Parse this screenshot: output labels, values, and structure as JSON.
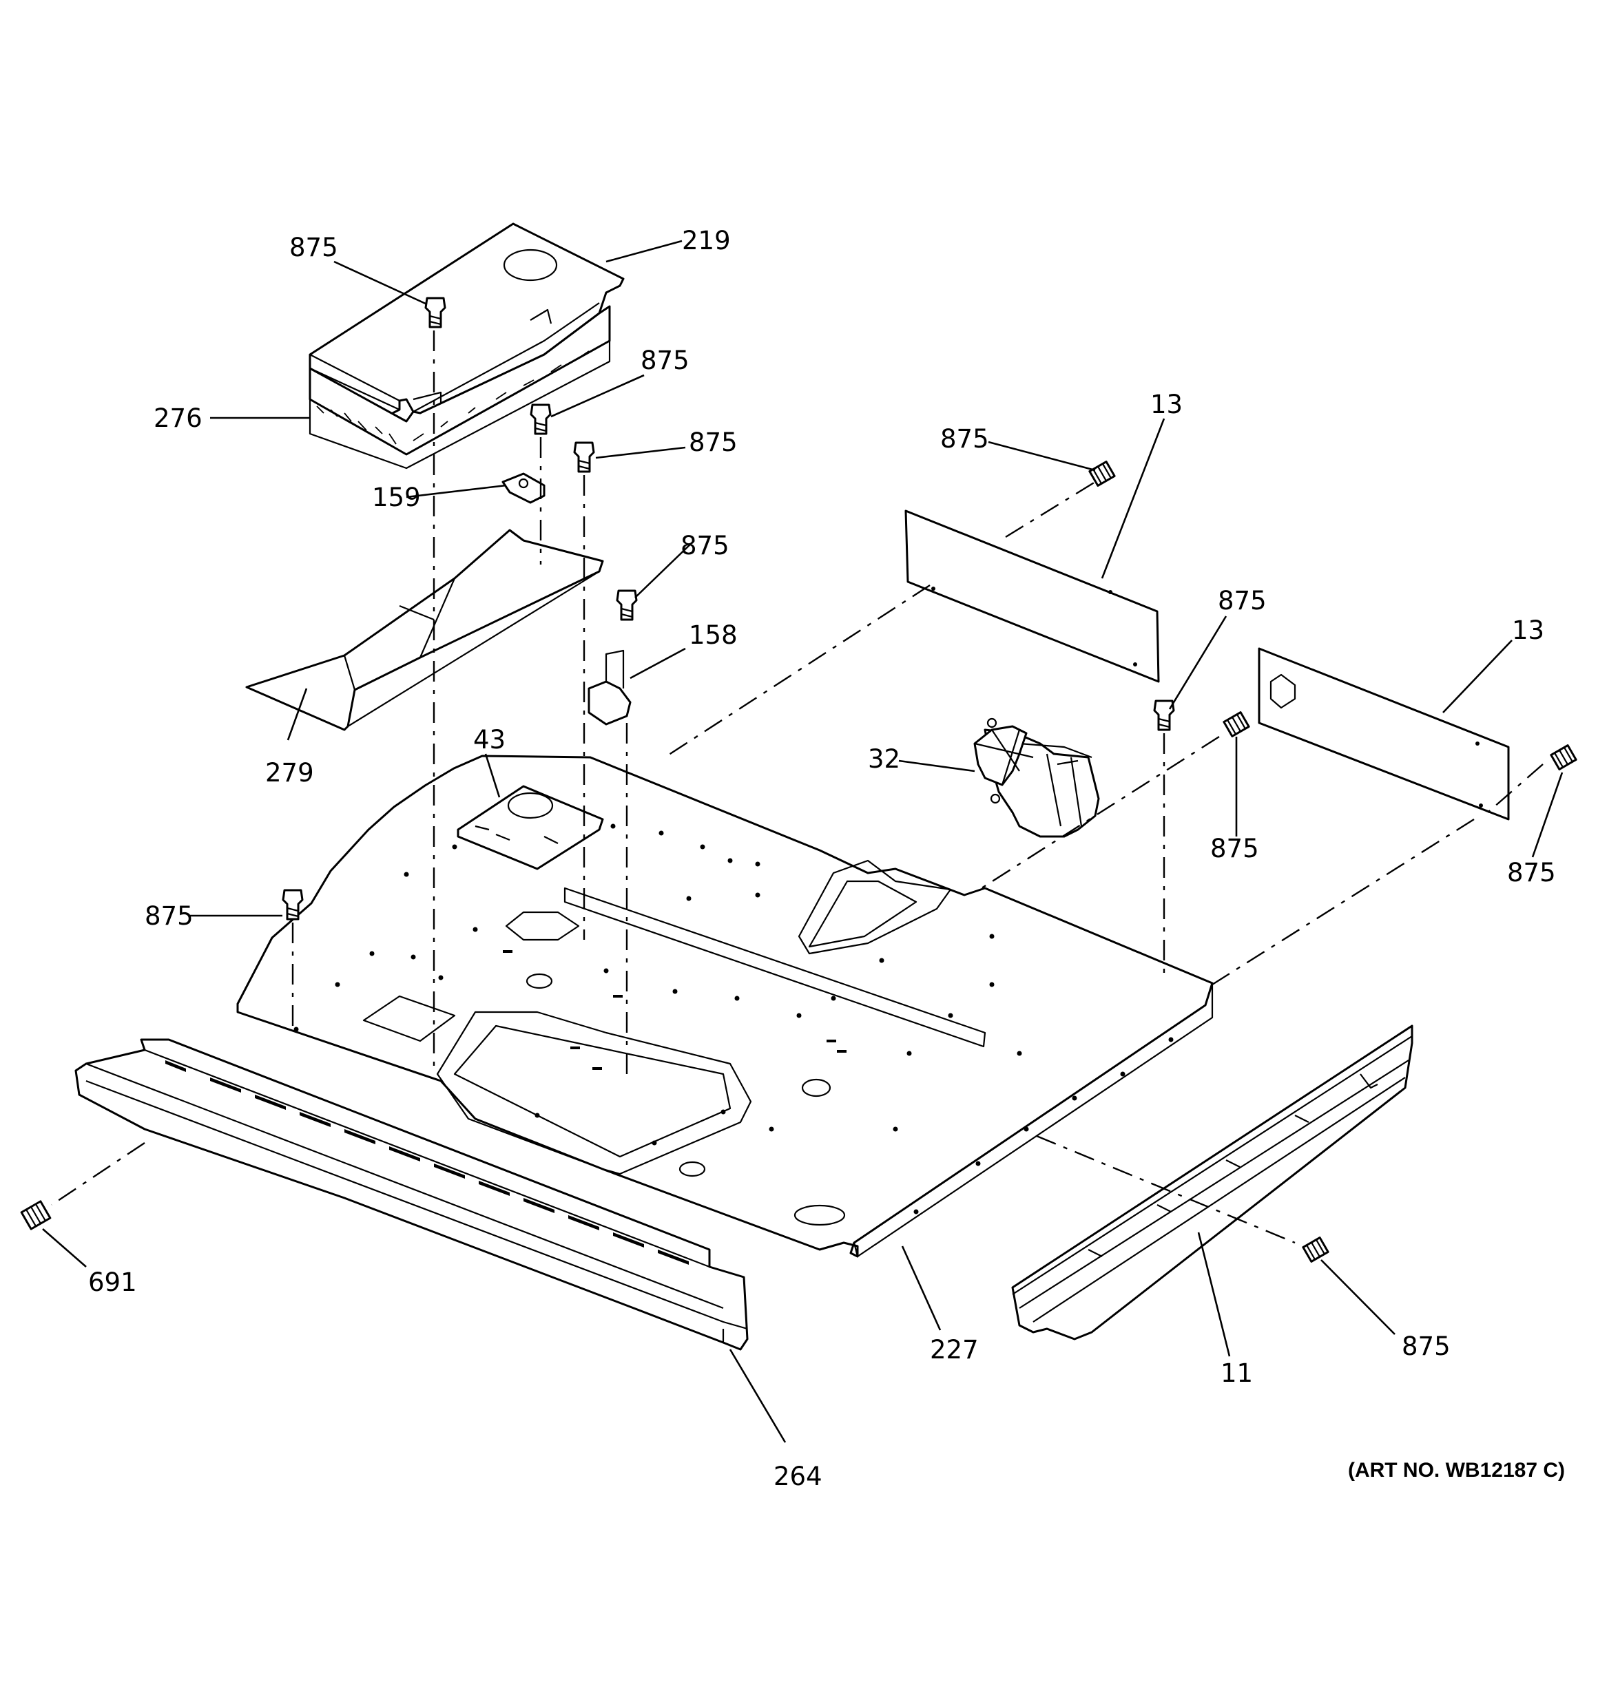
{
  "art_number": "(ART NO. WB12187 C)",
  "callouts": {
    "c875_top": "875",
    "c219": "219",
    "c276": "276",
    "c875_a": "875",
    "c875_b": "875",
    "c159": "159",
    "c13_left": "13",
    "c875_panel_left": "875",
    "c875_c": "875",
    "c158": "158",
    "c279": "279",
    "c875_right_panel": "875",
    "c13_right": "13",
    "c43": "43",
    "c32": "32",
    "c875_d": "875",
    "c875_e": "875",
    "c875_left": "875",
    "c691": "691",
    "c227": "227",
    "c11": "11",
    "c875_bottom": "875",
    "c264": "264"
  }
}
